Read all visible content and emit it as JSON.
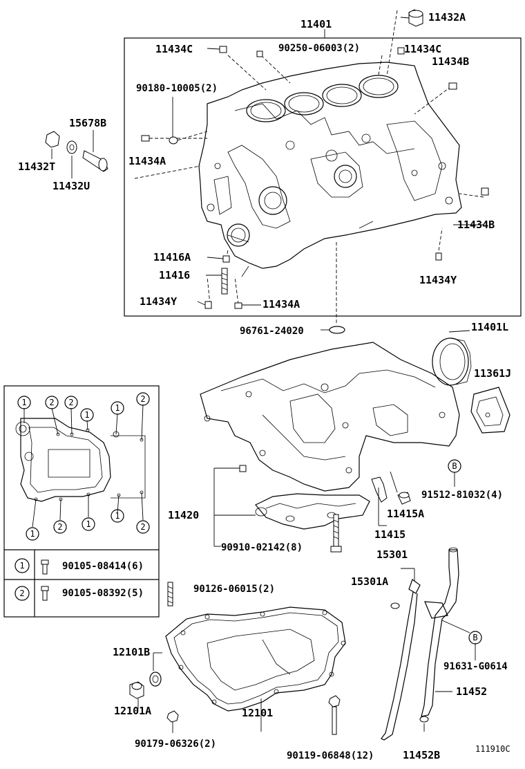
{
  "labels": {
    "block": "11401",
    "pin_top_right": "11432A",
    "pin_c_left": "11434C",
    "stud_top": "90250-06003(2)",
    "pin_c_right": "11434C",
    "pin_b_top": "11434B",
    "stud_left": "90180-10005(2)",
    "plug_group": "15678B",
    "plug": "11432T",
    "gasket_plug": "11432U",
    "pin_a_left": "11434A",
    "pin_b_right": "11434B",
    "bolt_a": "11416A",
    "bolt": "11416",
    "pin_y_right": "11434Y",
    "pin_y_left": "11434Y",
    "pin_a_bottom": "11434A",
    "oring": "96761-24020",
    "seal": "11401L",
    "cover": "11361J",
    "screw_b": "91512-81032(4)",
    "switch_a": "11415A",
    "stiffener": "11420",
    "switch": "11415",
    "bolt_stiffener": "90910-02142(8)",
    "dipstick": "15301",
    "dipstick_ring": "15301A",
    "bolt_legend_1": "90105-08414(6)",
    "bolt_legend_2": "90105-08392(5)",
    "stud_pan": "90126-06015(2)",
    "drain_gasket": "12101B",
    "guide_bolt": "91631-G0614",
    "guide": "11452",
    "drain_plug": "12101A",
    "pan": "12101",
    "nut_pan": "90179-06326(2)",
    "bolt_pan": "90119-06848(12)",
    "guide_ring": "11452B",
    "figure_id": "111910C"
  },
  "markers": {
    "b": "B",
    "one": "1",
    "two": "2"
  }
}
